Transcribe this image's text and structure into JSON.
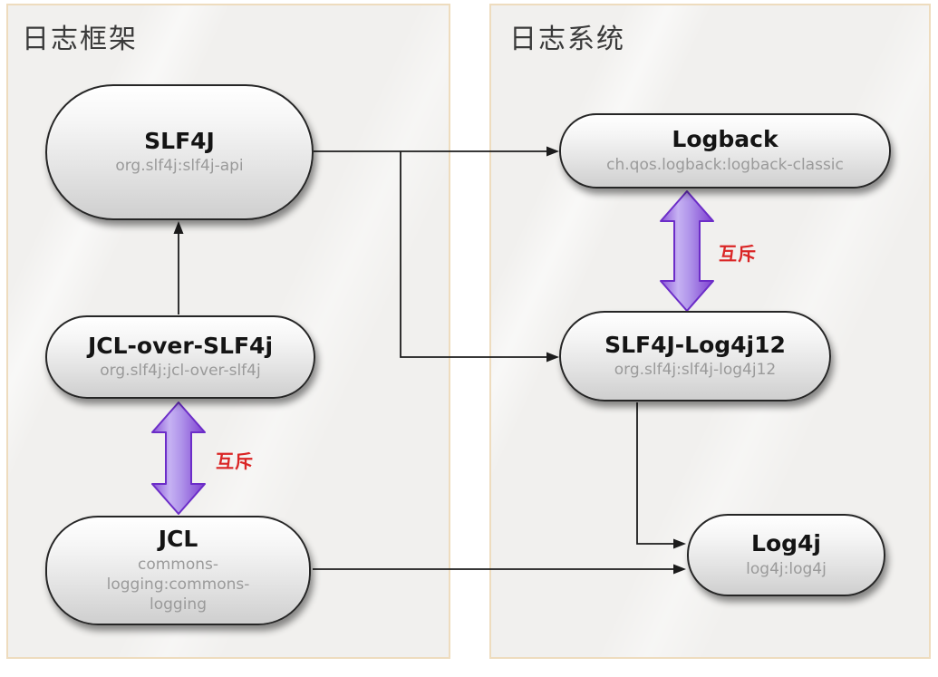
{
  "panels": [
    {
      "id": "log-frameworks",
      "title": "日志框架"
    },
    {
      "id": "log-systems",
      "title": "日志系统"
    }
  ],
  "nodes": [
    {
      "id": "slf4j",
      "title": "SLF4J",
      "subtitle": "org.slf4j:slf4j-api"
    },
    {
      "id": "jcl-over-slf4j",
      "title": "JCL-over-SLF4j",
      "subtitle": "org.slf4j:jcl-over-slf4j"
    },
    {
      "id": "jcl",
      "title": "JCL",
      "subtitle": "commons-\nlogging:commons-\nlogging"
    },
    {
      "id": "logback",
      "title": "Logback",
      "subtitle": "ch.qos.logback:logback-classic"
    },
    {
      "id": "slf4j-log4j12",
      "title": "SLF4J-Log4j12",
      "subtitle": "org.slf4j:slf4j-log4j12"
    },
    {
      "id": "log4j",
      "title": "Log4j",
      "subtitle": "log4j:log4j"
    }
  ],
  "edges": [
    {
      "from": "JCL-over-SLF4j",
      "to": "SLF4J",
      "type": "arrow"
    },
    {
      "from": "SLF4J",
      "to": "Logback",
      "type": "arrow"
    },
    {
      "from": "SLF4J",
      "to": "SLF4J-Log4j12",
      "type": "arrow"
    },
    {
      "from": "SLF4J-Log4j12",
      "to": "Log4j",
      "type": "arrow"
    },
    {
      "from": "JCL",
      "to": "Log4j",
      "type": "arrow"
    },
    {
      "from": "JCL-over-SLF4j",
      "to": "JCL",
      "type": "mutex",
      "label": "互斥"
    },
    {
      "from": "Logback",
      "to": "SLF4J-Log4j12",
      "type": "mutex",
      "label": "互斥"
    }
  ],
  "colors": {
    "panel_background": "#f1f0ee",
    "panel_border": "#eedcbe",
    "node_border": "#262626",
    "node_title": "#141414",
    "node_subtitle": "#9a9a9a",
    "connector": "#1c1c1c",
    "mutex_arrow_purple": "#8a4fd8",
    "mutex_label_red": "#da2525"
  }
}
